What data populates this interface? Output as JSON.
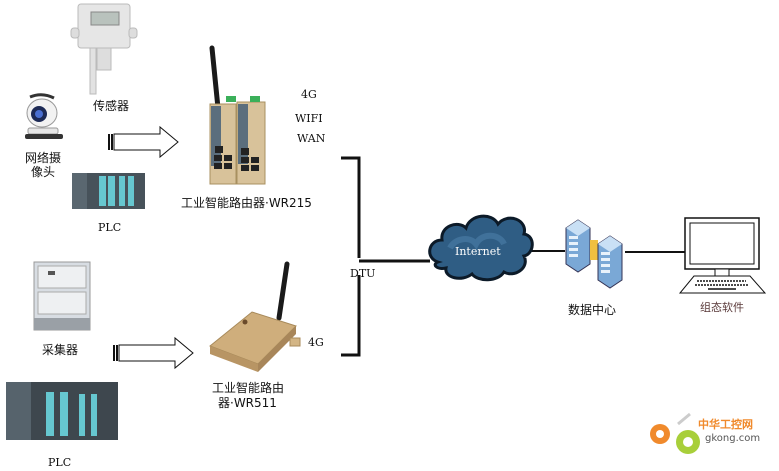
{
  "devices": {
    "sensor": {
      "label": "传感器"
    },
    "camera": {
      "label_line1": "网络摄",
      "label_line2": "像头"
    },
    "plc_top": {
      "label": "PLC"
    },
    "collector": {
      "label": "采集器"
    },
    "plc_bottom": {
      "label": "PLC"
    }
  },
  "router_wr215": {
    "label": "工业智能路由器·WR215",
    "interfaces": [
      "4G",
      "WIFI",
      "WAN"
    ]
  },
  "router_wr511": {
    "label_line1": "工业智能路由",
    "label_line2": "器·WR511",
    "interfaces": [
      "4G"
    ]
  },
  "bus_label": "DTU",
  "cloud_label": "Internet",
  "datacenter_label": "数据中心",
  "terminal_label": "组态软件",
  "watermark": {
    "cn": "中华工控网",
    "url": "gkong.com"
  },
  "colors": {
    "cloud": "#2f5d84",
    "watermark_orange": "#f08a2c",
    "watermark_green": "#a8cf3a"
  }
}
